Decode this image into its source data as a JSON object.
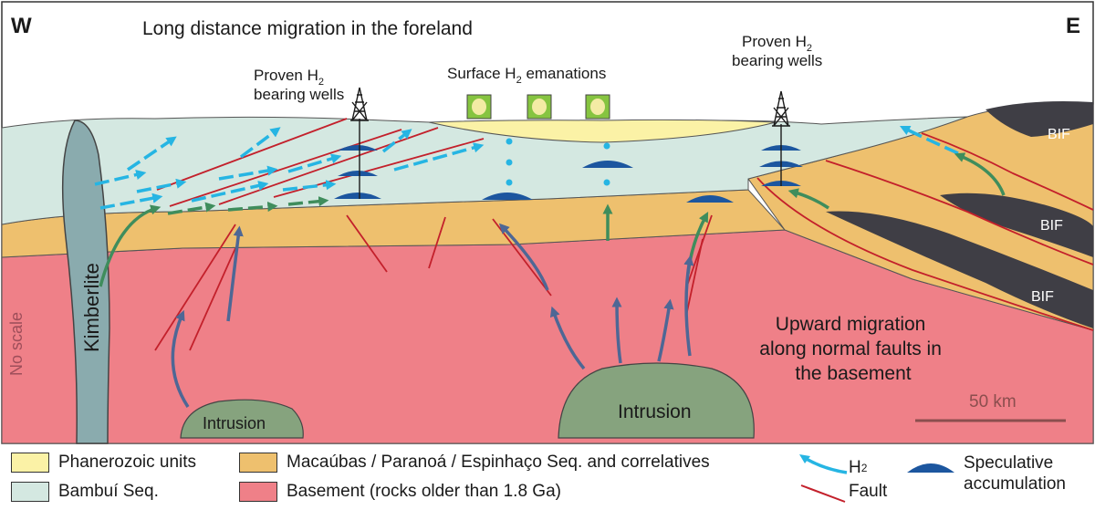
{
  "directions": {
    "west": "W",
    "east": "E"
  },
  "title": "Long distance migration in the foreland",
  "labels": {
    "proven_wells_left": [
      "Proven H",
      "2",
      "bearing wells"
    ],
    "proven_wells_right": [
      "Proven H",
      "2",
      "bearing wells"
    ],
    "surface_emanations": [
      "Surface H",
      "2",
      " emanations"
    ],
    "kimberlite": "Kimberlite",
    "no_scale": "No scale",
    "intrusion_left": "Intrusion",
    "intrusion_center": "Intrusion",
    "upward_migration": [
      "Upward migration",
      "along normal faults in",
      "the basement"
    ],
    "bif_1": "BIF",
    "bif_2": "BIF",
    "bif_3": "BIF",
    "scale_bar": "50 km"
  },
  "legend": {
    "phanerozoic": "Phanerozoic units",
    "bambui": "Bambuí Seq.",
    "macaubas": "Macaúbas / Paranoá / Espinhaço Seq. and correlatives",
    "basement": "Basement (rocks older than 1.8 Ga)",
    "h2": [
      "H",
      "2"
    ],
    "fault": "Fault",
    "speculative": [
      "Speculative",
      "accumulation"
    ]
  },
  "colors": {
    "phanerozoic": "#FBF2A6",
    "bambui": "#D4E8E1",
    "macaubas": "#EEC06E",
    "basement": "#EF8088",
    "bif": "#3F3E45",
    "intrusion": "#86A37E",
    "kimberlite": "#8AABAE",
    "h2_arrow": "#26B5E3",
    "green_arrow": "#3F8D5C",
    "purple_arrow": "#4E6795",
    "fault": "#C3202B",
    "accumulation": "#1C569F",
    "emanation_box": "#86C440",
    "emanation_spot": "#F3EBA4",
    "scale_bar": "#8B4E4E"
  }
}
